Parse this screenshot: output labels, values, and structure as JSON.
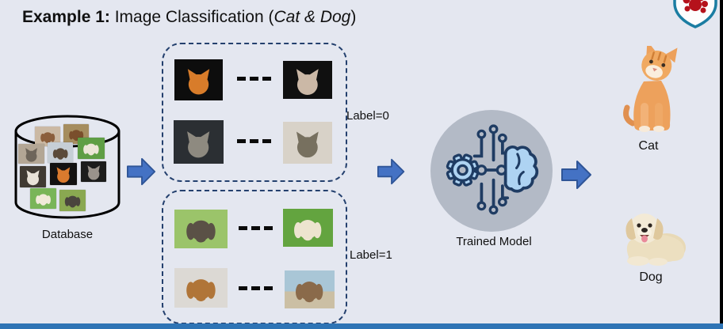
{
  "title": {
    "bold": "Example 1:",
    "regular": " Image Classification (",
    "italic": "Cat & Dog",
    "close": ")"
  },
  "database": {
    "label": "Database",
    "icon": "database-cylinder-icon",
    "photo_icons": [
      "dog-brown",
      "dog-field",
      "cat-gray",
      "dog-collie",
      "dog-white-grass",
      "cat-white-dark",
      "cat-orange-yawn",
      "cat-gray-dark",
      "dog-grass",
      "dog-fluffy-grass"
    ]
  },
  "dataset": {
    "separator": "---",
    "cat_box": {
      "label": "Label=0",
      "photo_icons": [
        "cat-yawning-photo",
        "cat-cream-photo",
        "cat-pallas-photo",
        "cat-tabby-photo"
      ]
    },
    "dog_box": {
      "label": "Label=1",
      "photo_icons": [
        "dog-fluffy-grass-photo",
        "dog-white-puppy-photo",
        "dog-brown-floor-photo",
        "dog-beach-photo"
      ]
    }
  },
  "model": {
    "label": "Trained Model",
    "icon": "gear-brain-circuit-icon"
  },
  "outputs": {
    "cat": {
      "label": "Cat",
      "icon": "kitten-photo"
    },
    "dog": {
      "label": "Dog",
      "icon": "golden-puppy-photo"
    }
  },
  "logo": {
    "icon": "university-shield-logo"
  },
  "flow": {
    "arrow_icon": "right-block-arrow"
  },
  "colors": {
    "background": "#e4e7f0",
    "arrow_fill": "#4472c4",
    "arrow_border": "#2f5597",
    "dashed_border": "#24406e",
    "model_circle": "#b3bac6",
    "icon_navy": "#1f3c63",
    "icon_light_blue": "#aed3f2",
    "footer_bar": "#2e74b5",
    "logo_red": "#b5121b",
    "logo_teal": "#1b7da2"
  }
}
